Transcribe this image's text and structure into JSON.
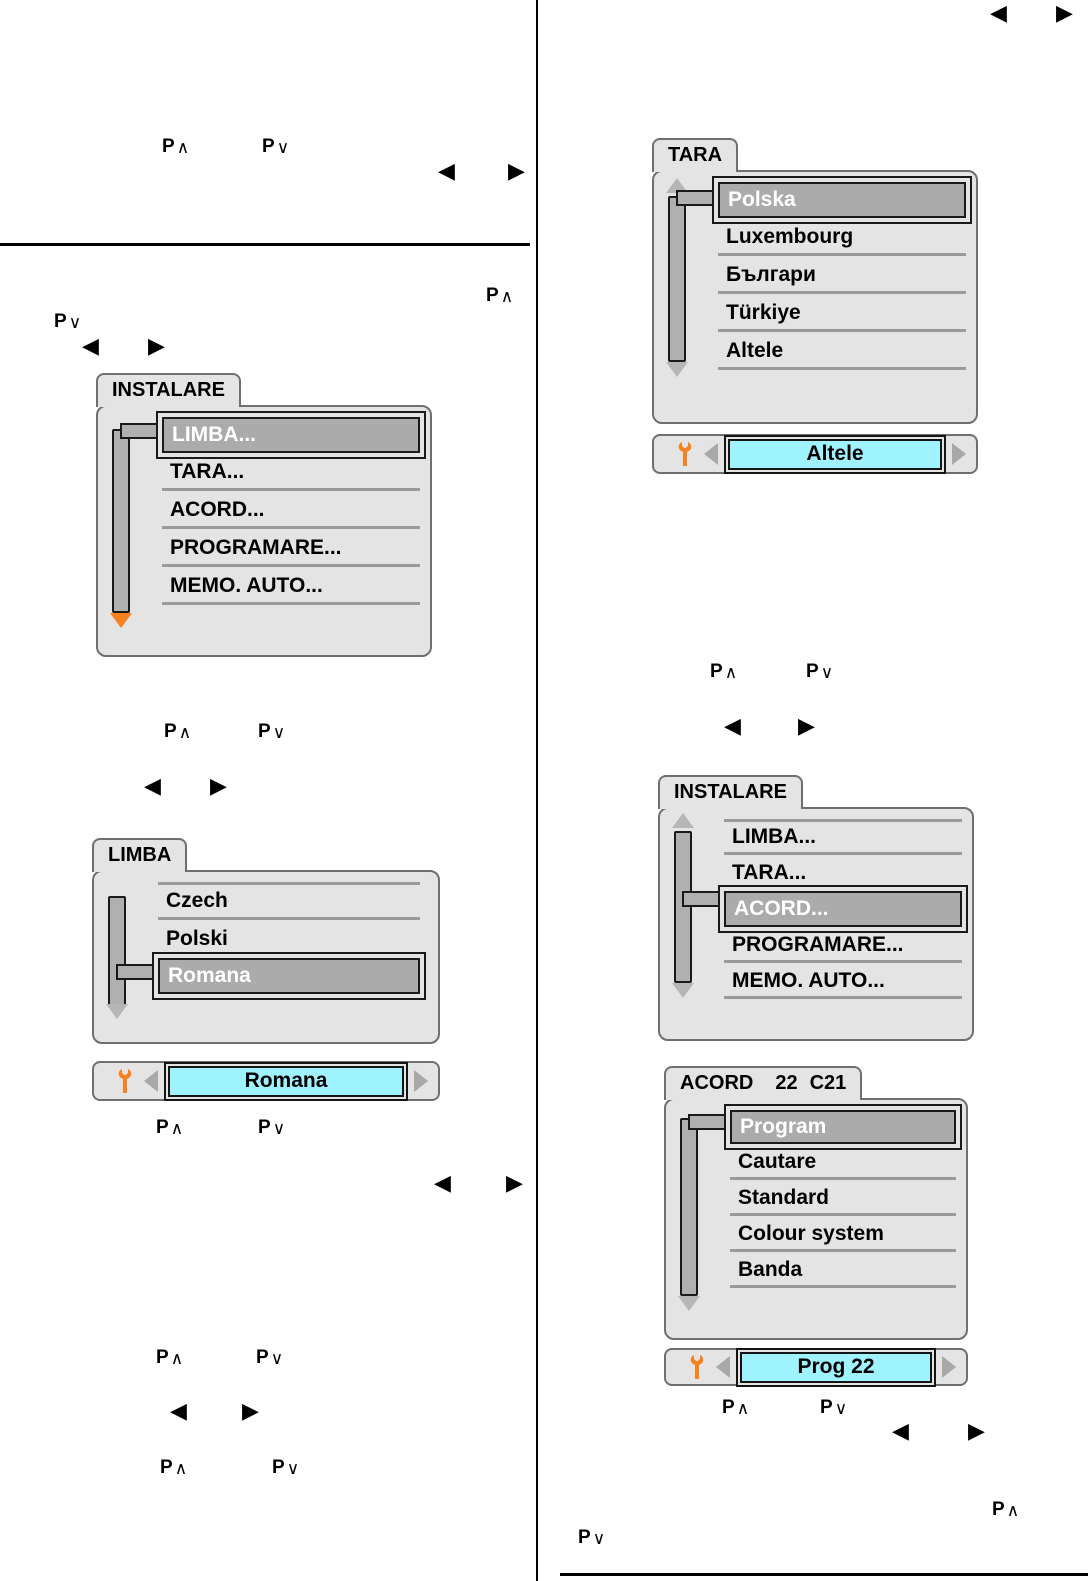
{
  "dividers": {
    "column_rule": "vertical-black-rule",
    "left_section_rule": "horizontal-black-rule",
    "bottom_rule": "horizontal-black-rule"
  },
  "key_glyphs": {
    "p_up": "P",
    "p_down": "P",
    "chev_up": "∧",
    "chev_down": "∨",
    "left": "◀",
    "right": "▶"
  },
  "panels": {
    "instalare_left": {
      "title": "INSTALARE",
      "items": [
        {
          "label": "LIMBA...",
          "selected": true
        },
        {
          "label": "TARA...",
          "selected": false
        },
        {
          "label": "ACORD...",
          "selected": false
        },
        {
          "label": "PROGRAMARE...",
          "selected": false
        },
        {
          "label": "MEMO. AUTO...",
          "selected": false
        }
      ],
      "scroll_up_arrow": false,
      "scroll_down_arrow": true,
      "scroll_down_color": "#f58220"
    },
    "limba": {
      "title": "LIMBA",
      "items": [
        {
          "label": "Czech",
          "selected": false
        },
        {
          "label": "Polski",
          "selected": false
        },
        {
          "label": "Romana",
          "selected": true
        }
      ],
      "scroll_up_arrow": false,
      "scroll_down_arrow": true,
      "value_bar": {
        "icon": "wrench-icon",
        "value": "Romana"
      }
    },
    "tara": {
      "title": "TARA",
      "items": [
        {
          "label": "Polska",
          "selected": true
        },
        {
          "label": "Luxembourg",
          "selected": false
        },
        {
          "label": "Българи",
          "selected": false
        },
        {
          "label": "Türkiye",
          "selected": false
        },
        {
          "label": "Altele",
          "selected": false
        }
      ],
      "scroll_up_arrow": true,
      "scroll_down_arrow": true,
      "value_bar": {
        "icon": "wrench-icon",
        "value": "Altele"
      }
    },
    "instalare_right": {
      "title": "INSTALARE",
      "items": [
        {
          "label": "LIMBA...",
          "selected": false
        },
        {
          "label": "TARA...",
          "selected": false
        },
        {
          "label": "ACORD...",
          "selected": true
        },
        {
          "label": "PROGRAMARE...",
          "selected": false
        },
        {
          "label": "MEMO. AUTO...",
          "selected": false
        }
      ],
      "scroll_up_arrow": true,
      "scroll_down_arrow": true
    },
    "acord": {
      "title": "ACORD",
      "title_program": "22",
      "title_channel": "C21",
      "items": [
        {
          "label": "Program",
          "selected": true
        },
        {
          "label": "Cautare",
          "selected": false
        },
        {
          "label": "Standard",
          "selected": false
        },
        {
          "label": "Colour system",
          "selected": false
        },
        {
          "label": "Banda",
          "selected": false
        }
      ],
      "scroll_up_arrow": false,
      "scroll_down_arrow": true,
      "value_bar": {
        "icon": "wrench-icon",
        "value": "Prog  22"
      }
    }
  },
  "colors": {
    "panel_bg": "#e4e4e4",
    "panel_border": "#6f6f6f",
    "selection_bg": "#ababab",
    "selection_text": "#ffffff",
    "value_field_bg": "#9ff3ff",
    "wrench_orange": "#f58220",
    "rule": "#9a9a9a",
    "rail": "#b0b0b0"
  }
}
